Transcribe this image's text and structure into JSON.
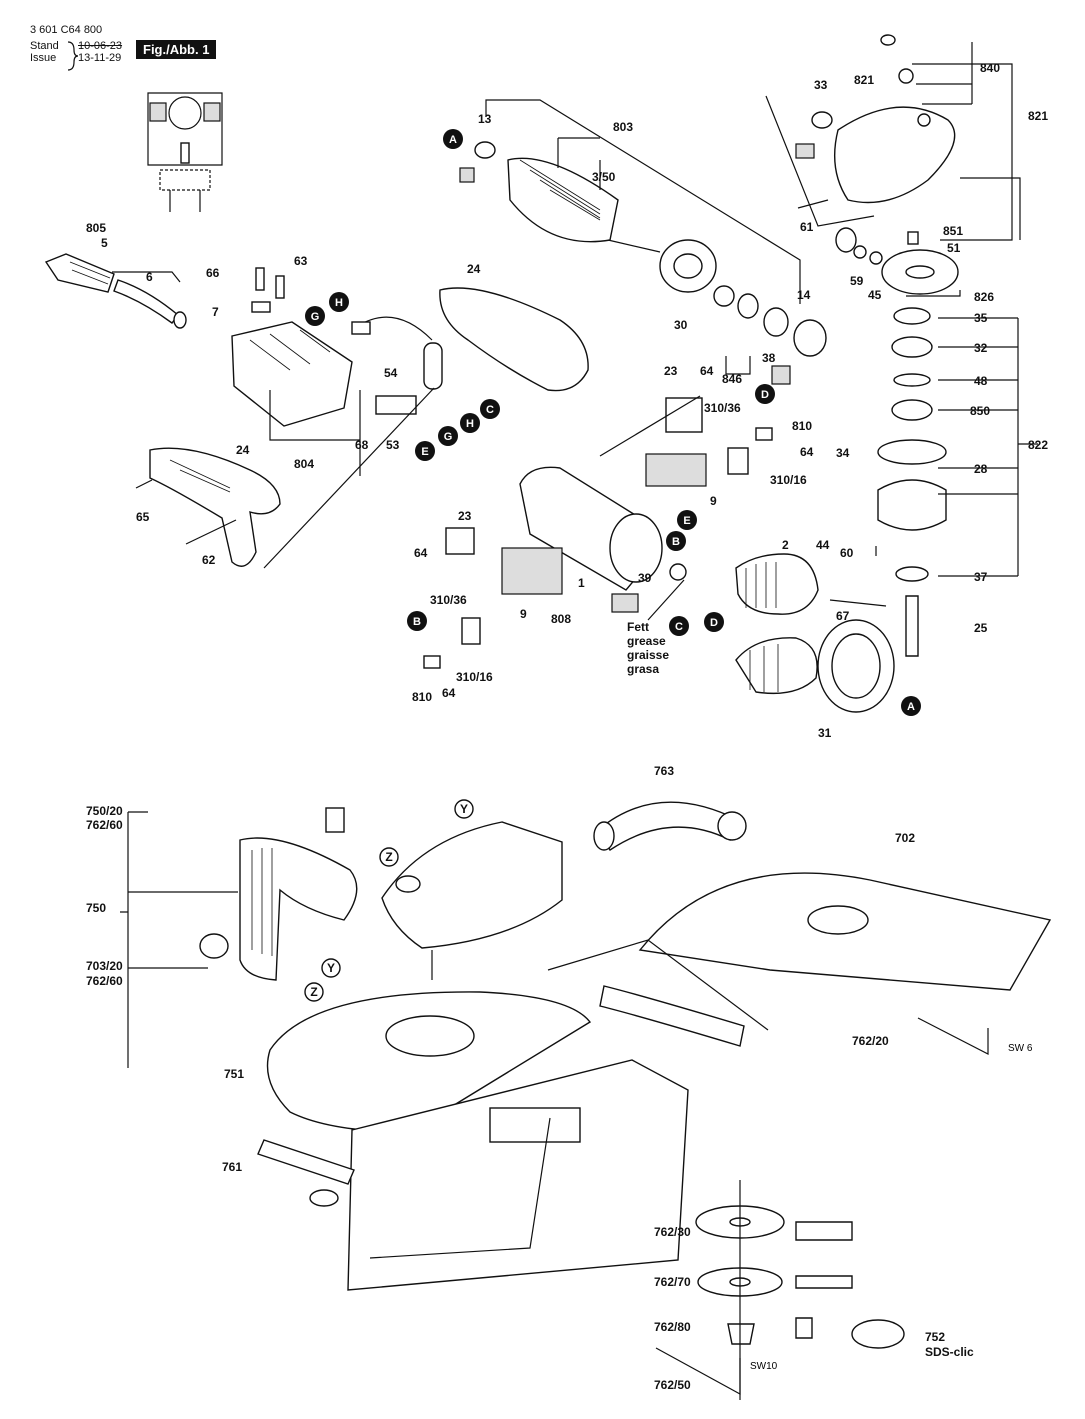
{
  "header": {
    "doc_number": "3 601 C64 800",
    "stand_label": "Stand",
    "issue_label": "Issue",
    "stand_date": "10-06-23",
    "issue_date": "13-11-29",
    "fig_label": "Fig./Abb. 1"
  },
  "grease_note": [
    "Fett",
    "grease",
    "graisse",
    "grasa"
  ],
  "sds_label": "SDS-clic",
  "wrench_sizes": [
    "SW 6",
    "SW10"
  ],
  "callout_letters": [
    "A",
    "B",
    "C",
    "D",
    "E",
    "G",
    "H",
    "Y",
    "Z"
  ],
  "labels": [
    "805",
    "5",
    "6",
    "66",
    "63",
    "7",
    "24",
    "54",
    "68",
    "53",
    "804",
    "24",
    "65",
    "62",
    "13",
    "803",
    "3/50",
    "30",
    "846",
    "38",
    "14",
    "33",
    "821",
    "840",
    "821",
    "61",
    "851",
    "51",
    "59",
    "45",
    "826",
    "35",
    "32",
    "48",
    "850",
    "34",
    "28",
    "822",
    "60",
    "37",
    "25",
    "23",
    "64",
    "310/36",
    "810",
    "64",
    "310/16",
    "9",
    "23",
    "64",
    "1",
    "9",
    "808",
    "39",
    "2",
    "44",
    "67",
    "310/36",
    "810",
    "64",
    "310/16",
    "31",
    "750/20",
    "762/60",
    "750",
    "703/20",
    "762/60",
    "763",
    "702",
    "751",
    "761",
    "762/20",
    "762/30",
    "762/70",
    "762/80",
    "752",
    "762/50"
  ]
}
